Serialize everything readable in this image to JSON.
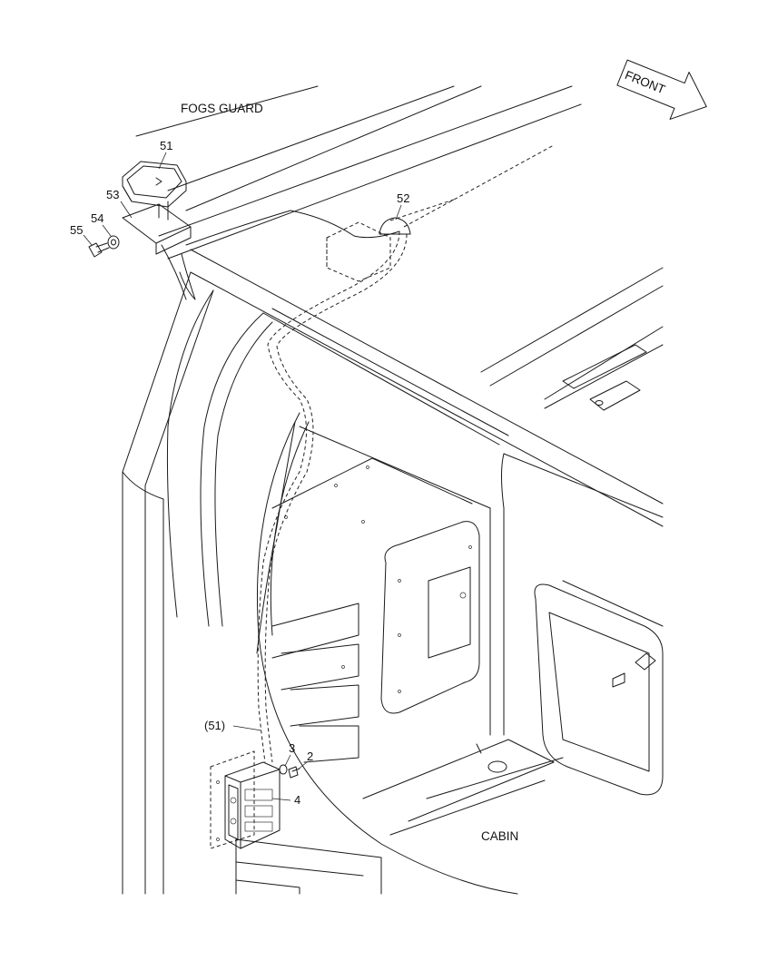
{
  "labels": {
    "top_area": "FOGS GUARD",
    "bottom_area": "CABIN",
    "direction": "FRONT"
  },
  "callouts": {
    "p51": "51",
    "p52": "52",
    "p53": "53",
    "p54": "54",
    "p55": "55",
    "p51_ref": "(51)",
    "p3": "3",
    "p2": "2",
    "p4": "4"
  }
}
